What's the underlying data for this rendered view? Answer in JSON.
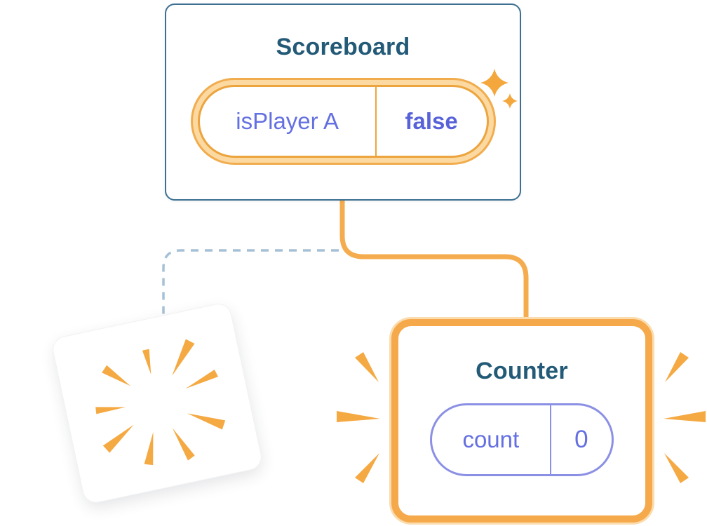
{
  "diagram": {
    "scoreboard": {
      "title": "Scoreboard",
      "state": {
        "label": "isPlayer A",
        "value": "false"
      }
    },
    "counter": {
      "title": "Counter",
      "state": {
        "label": "count",
        "value": "0"
      }
    },
    "icons": {
      "sparkles": "sparkles-icon",
      "poof_burst": "poof-burst-icon",
      "emphasis_left": "emphasis-marks-left-icon",
      "emphasis_right": "emphasis-marks-right-icon"
    },
    "colors": {
      "card_border_blue": "#3d7090",
      "title_text": "#235a77",
      "state_text_purple": "#6470e1",
      "state_value_bold": "#5762d9",
      "highlight_orange": "#eca43e",
      "highlight_glow": "#fcd9a1",
      "connector_orange": "#f5ac4e",
      "connector_dashed_blue": "#a6c1d6",
      "counter_border_orange": "#f5a94a",
      "pill_border_purple": "#8b90e5",
      "accent_orange": "#f3a73c"
    }
  }
}
